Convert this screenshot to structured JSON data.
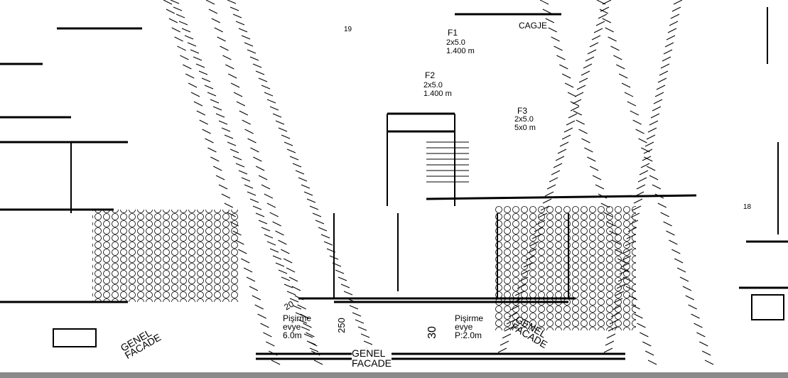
{
  "drawing": {
    "labels": {
      "room_left": "Pişirme\nevye\n6.0m",
      "room_right": "Pişirme\nevye\nP:2.0m",
      "facade_center": "GENEL\nFACADE",
      "facade_right": "GENEL\nFACADE",
      "facade_left": "GENEL\nFACADE",
      "tag_f1": "F1",
      "tag_f1_dim": "2x5.0\n1.400 m",
      "tag_f2": "F2",
      "tag_f2_dim": "2x5.0\n1.400 m",
      "tag_f3": "F3",
      "tag_f3_dim": "2x5.0\n5x0 m",
      "cagje": "CAGJE",
      "dim_30": "30",
      "dim_250": "250",
      "dim_19": "19",
      "dim_18": "18",
      "dim_20": "20"
    },
    "colors": {
      "line": "#000000",
      "bar": "#8a8a8a"
    }
  }
}
